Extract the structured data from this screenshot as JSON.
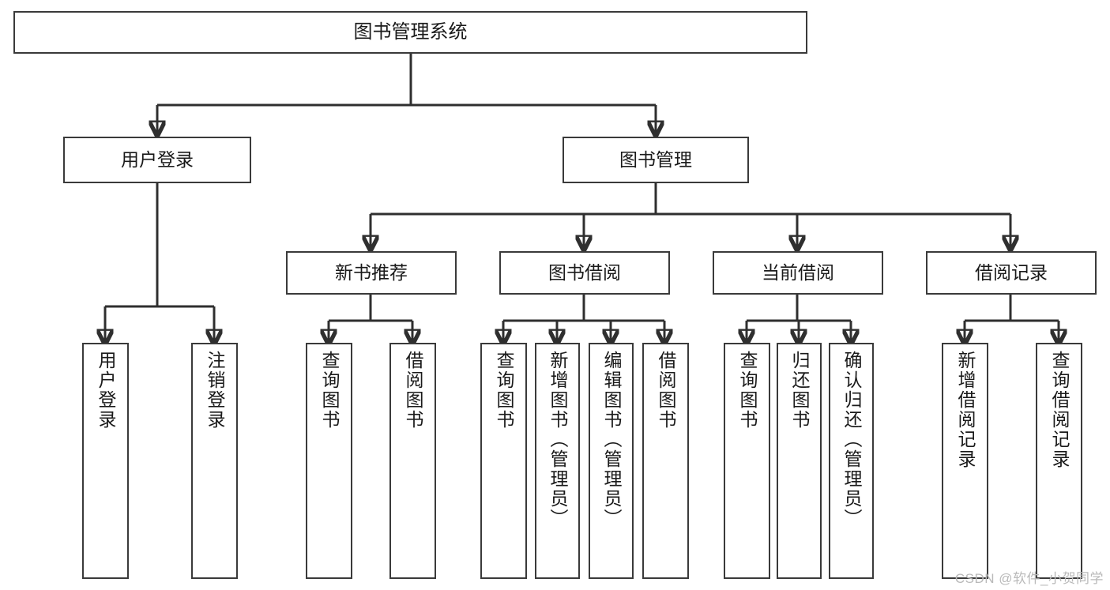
{
  "diagram": {
    "type": "tree",
    "title": "图书管理系统",
    "watermark": "CSDN @软件_小贺同学",
    "colors": {
      "background": "#ffffff",
      "box_border": "#3a3a3a",
      "box_fill": "#ffffff",
      "connector": "#2f2f2f",
      "text": "#1a1a1a",
      "watermark": "#b9b9b9"
    },
    "nodes": {
      "root": {
        "label": "图书管理系统"
      },
      "level1": [
        {
          "label": "用户登录"
        },
        {
          "label": "图书管理"
        }
      ],
      "level2": [
        {
          "label": "新书推荐"
        },
        {
          "label": "图书借阅"
        },
        {
          "label": "当前借阅"
        },
        {
          "label": "借阅记录"
        }
      ],
      "leaves": {
        "user_login": [
          {
            "label": "用户登录"
          },
          {
            "label": "注销登录"
          }
        ],
        "new_book_recommend": [
          {
            "label": "查询图书"
          },
          {
            "label": "借阅图书"
          }
        ],
        "book_borrow": [
          {
            "label": "查询图书"
          },
          {
            "label": "新增图书（管理员）"
          },
          {
            "label": "编辑图书（管理员）"
          },
          {
            "label": "借阅图书"
          }
        ],
        "current_borrow": [
          {
            "label": "查询图书"
          },
          {
            "label": "归还图书"
          },
          {
            "label": "确认归还（管理员）"
          }
        ],
        "borrow_record": [
          {
            "label": "新增借阅记录"
          },
          {
            "label": "查询借阅记录"
          }
        ]
      }
    }
  }
}
